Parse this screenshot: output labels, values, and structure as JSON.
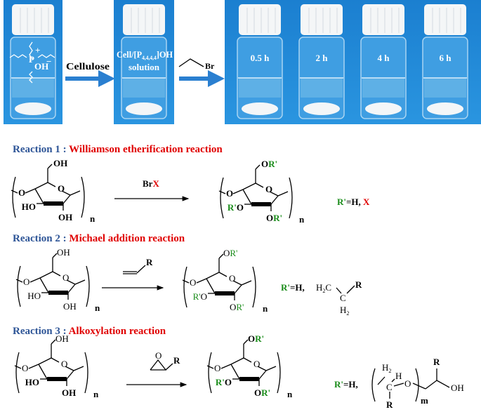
{
  "photos": {
    "ionic_liquid": {
      "cation": "P",
      "plus": "+",
      "anion": "OH",
      "minus": "−"
    },
    "arrow1_label": "Cellulose",
    "solution_label": {
      "prefix": "Cell/[P",
      "subscript": "4,4,4,4",
      "suffix": "]OH",
      "line2": "solution"
    },
    "arrow2_reagent": "Br",
    "times": [
      "0.5 h",
      "2 h",
      "4 h",
      "6 h"
    ]
  },
  "reactions": [
    {
      "prefix": "Reaction 1 :",
      "name": "Williamson etherification reaction",
      "reagent": {
        "main": "Br",
        "red": "X"
      },
      "reactant": {
        "o6": "OH",
        "o3": "HO",
        "o2": "OH",
        "ring_o": "O",
        "link_o": "O",
        "n": "n"
      },
      "product": {
        "o6": "O",
        "o3": "O",
        "o2": "O",
        "rprime": "R'",
        "ring_o": "O",
        "link_o": "O",
        "n": "n"
      },
      "definition": {
        "rprime": "R'",
        "eq": "=H, ",
        "red": "X"
      }
    },
    {
      "prefix": "Reaction 2 :",
      "name": "Michael addition reaction",
      "reagent": {
        "red": "R"
      },
      "reactant": {
        "o6": "OH",
        "o3": "HO",
        "o2": "OH",
        "ring_o": "O",
        "link_o": "O",
        "n": "n"
      },
      "product": {
        "o6": "O",
        "o3": "O",
        "o2": "O",
        "rprime": "R'",
        "ring_o": "O",
        "link_o": "O",
        "n": "n"
      },
      "definition": {
        "rprime": "R'",
        "eq": "=H,",
        "h2c": "H",
        "c": "C",
        "h2": "H",
        "two": "2",
        "red": "R"
      }
    },
    {
      "prefix": "Reaction 3 :",
      "name": "Alkoxylation reaction",
      "reagent": {
        "o": "O",
        "red": "R"
      },
      "reactant": {
        "o6": "OH",
        "o3": "HO",
        "o2": "OH",
        "ring_o": "O",
        "link_o": "O",
        "n": "n"
      },
      "product": {
        "o6": "O",
        "o3": "O",
        "o2": "O",
        "rprime": "R'",
        "ring_o": "O",
        "link_o": "O",
        "n": "n"
      },
      "definition": {
        "rprime": "R'",
        "eq": "=H,",
        "h": "H",
        "two": "2",
        "c": "C",
        "o": "O",
        "m": "m",
        "oh": "OH",
        "red": "R"
      }
    }
  ],
  "colors": {
    "heading": "#2e5597",
    "accent": "#e00000",
    "substituent": "#1a8c1a",
    "photo_bg": "#1f86d6"
  }
}
